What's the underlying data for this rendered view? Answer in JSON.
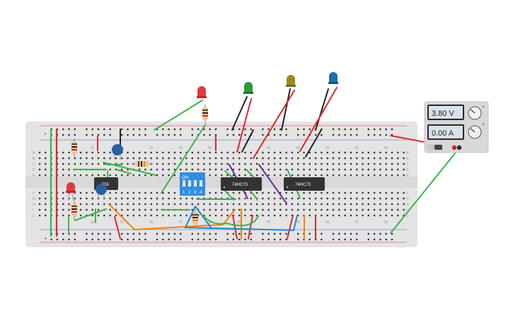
{
  "breadboard": {
    "column_numbers": [
      "10",
      "15",
      "20",
      "25",
      "30",
      "35",
      "40",
      "45",
      "50",
      "55",
      "60"
    ],
    "row_letters_top": [
      "A",
      "B",
      "C",
      "D",
      "E"
    ],
    "row_letters_bottom": [
      "F",
      "G",
      "H",
      "I",
      "J"
    ],
    "rail_plus": "+",
    "rail_minus": "−"
  },
  "chips": {
    "timer_label": "555",
    "counter1_label": "74HC73",
    "counter2_label": "74HC73"
  },
  "dip_switch": {
    "on_label": "ON",
    "numbers": [
      "1",
      "2",
      "3",
      "4"
    ]
  },
  "power_supply": {
    "voltage": "3.80 V",
    "current": "0.00 A"
  },
  "colors": {
    "breadboard": "#e4e4e4",
    "wire_red": "#e0252b",
    "wire_green": "#3cb44b",
    "wire_black": "#222222",
    "wire_orange": "#f0820f",
    "wire_blue": "#1e88d0",
    "wire_purple": "#6a2c91",
    "led_red": "#e23a3a",
    "led_green": "#2e9a3a",
    "led_yellow": "#9a8a1e",
    "led_blue": "#1f6fa8",
    "dip_blue": "#2f8fe0",
    "chip": "#333333",
    "lcd": "#d9e2e8"
  },
  "icons": [
    "voltage-knob-icon",
    "current-knob-icon",
    "power-toggle-icon"
  ]
}
